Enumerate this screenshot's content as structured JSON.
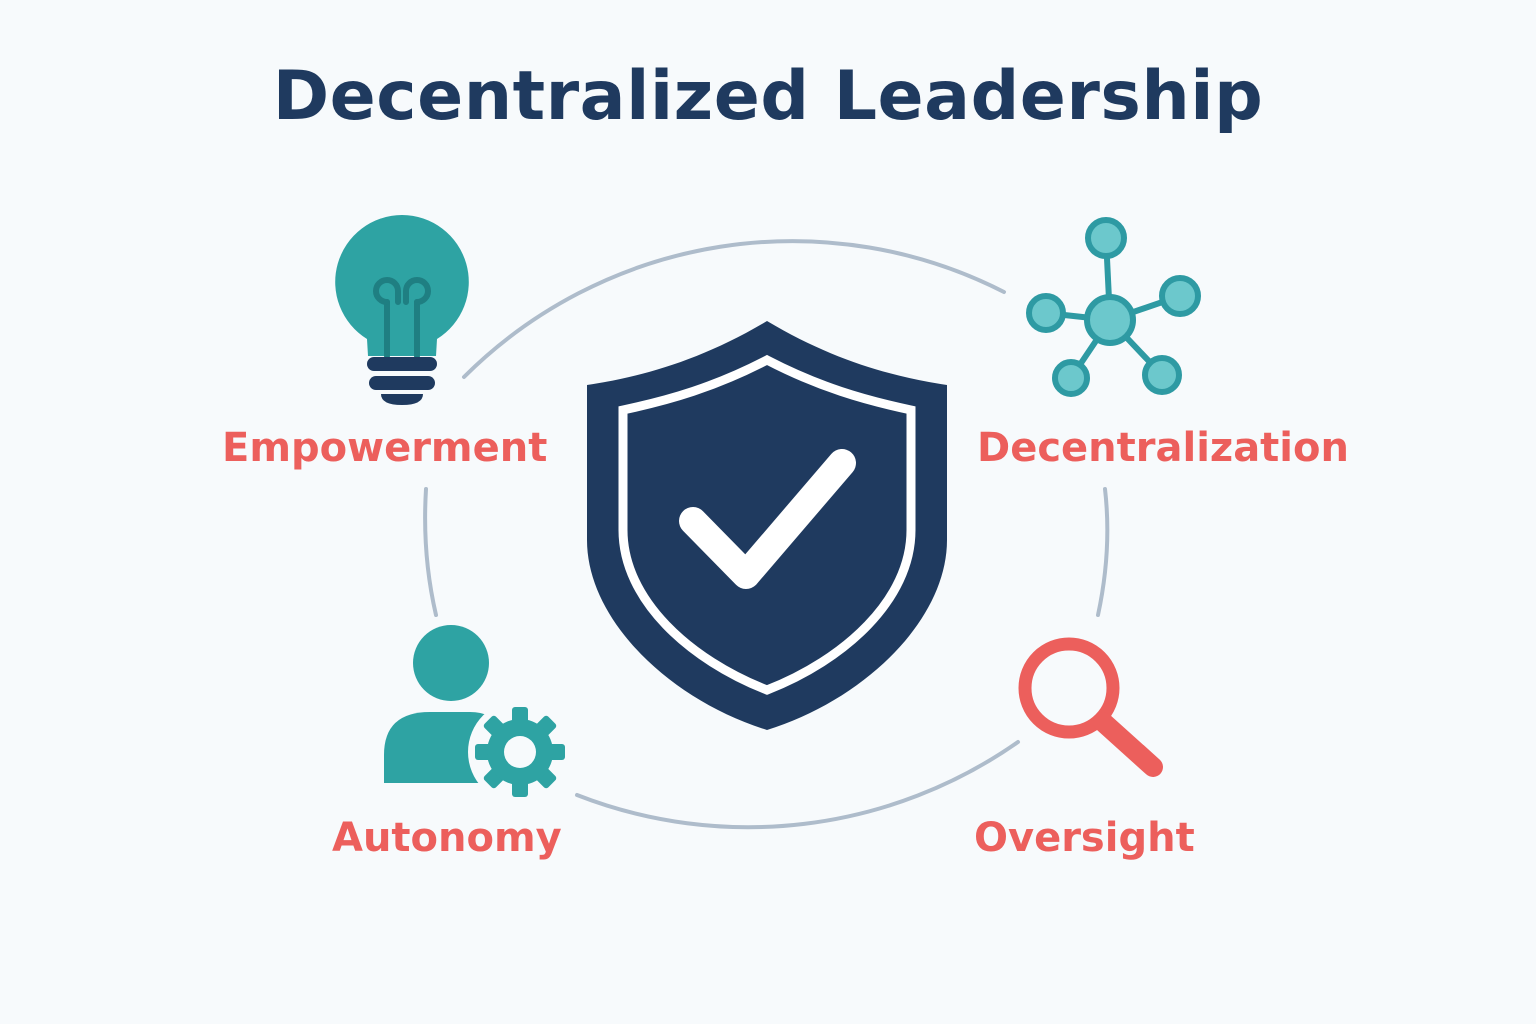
{
  "title": "Decentralized Leadership",
  "colors": {
    "title": "#1f3a5f",
    "label": "#ec5f5c",
    "teal": "#2ea3a3",
    "shield": "#1f3a5f",
    "ring": "#aebccb",
    "background": "#f7fafc"
  },
  "center": {
    "icon": "shield-check-icon"
  },
  "concepts": [
    {
      "label": "Empowerment",
      "icon": "lightbulb-icon"
    },
    {
      "label": "Decentralization",
      "icon": "network-hub-icon"
    },
    {
      "label": "Autonomy",
      "icon": "person-gear-icon"
    },
    {
      "label": "Oversight",
      "icon": "magnifier-icon"
    }
  ]
}
